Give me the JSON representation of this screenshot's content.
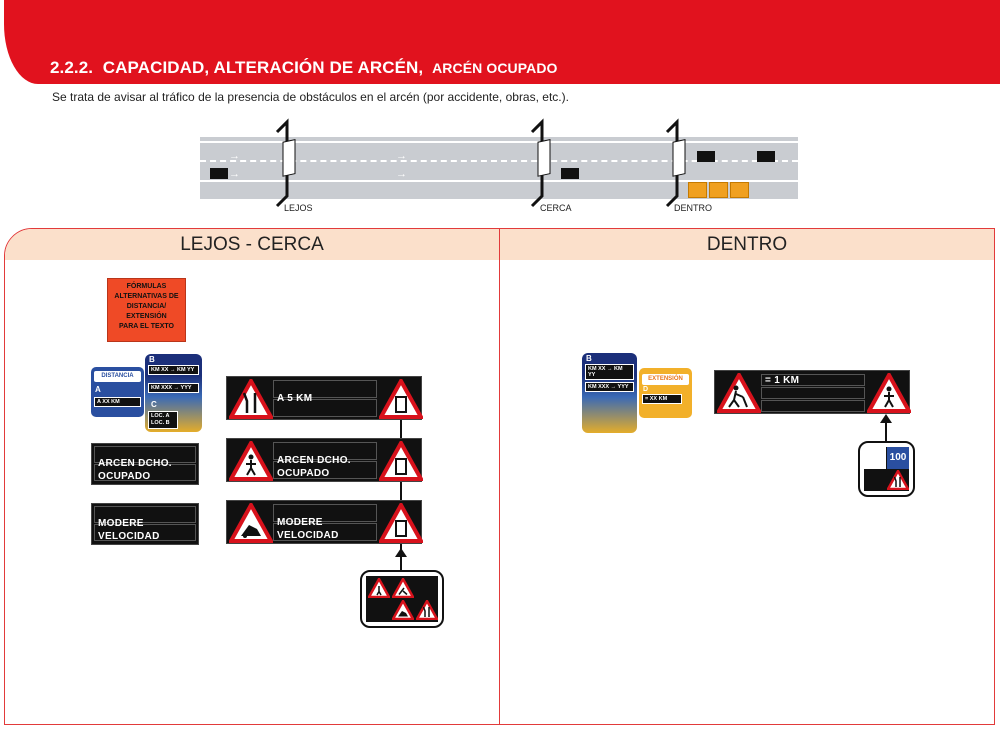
{
  "header": {
    "number": "2.2.2.",
    "title": "CAPACIDAD, ALTERACIÓN DE ARCÉN,",
    "subtitle": "ARCÉN OCUPADO"
  },
  "intro": "Se trata de avisar al tráfico de la presencia de obstáculos en el arcén (por accidente, obras, etc.).",
  "road": {
    "labels": [
      "LEJOS",
      "CERCA",
      "DENTRO"
    ]
  },
  "panels": {
    "left": {
      "title": "LEJOS - CERCA",
      "formula_lines": [
        "FÓRMULAS",
        "ALTERNATIVAS DE",
        "DISTANCIA/",
        "EXTENSIÓN",
        "PARA EL TEXTO"
      ],
      "blue_box": {
        "label": "DISTANCIA",
        "letter": "A",
        "value": "A XX KM"
      },
      "grad_box": {
        "letter_b": "B",
        "line1": "KM XX → KM YY",
        "line2": "KM XXX → YYY",
        "letter_c": "C",
        "loc_a": "LOC. A",
        "loc_b": "LOC. B"
      },
      "static_signs": [
        {
          "line1": "ARCEN DCHO.",
          "line2": "OCUPADO"
        },
        {
          "line1": "MODERE",
          "line2": "VELOCIDAD"
        }
      ],
      "vms": [
        {
          "line1": "A 5 KM",
          "line2": ""
        },
        {
          "line1": "ARCEN DCHO.",
          "line2": "OCUPADO"
        },
        {
          "line1": "MODERE",
          "line2": "VELOCIDAD"
        }
      ]
    },
    "right": {
      "title": "DENTRO",
      "grad_box": {
        "letter_b": "B",
        "line1": "KM XX → KM YY",
        "line2": "KM XXX → YYY"
      },
      "orange_box": {
        "label": "EXTENSIÓN",
        "letter": "D",
        "value": "= XX KM"
      },
      "vms": {
        "line1": "= 1 KM"
      },
      "speed_value": "100"
    }
  },
  "colors": {
    "brand_red": "#e1121e",
    "panel_header": "#fbe0cb",
    "sign_red": "#d8121c"
  }
}
